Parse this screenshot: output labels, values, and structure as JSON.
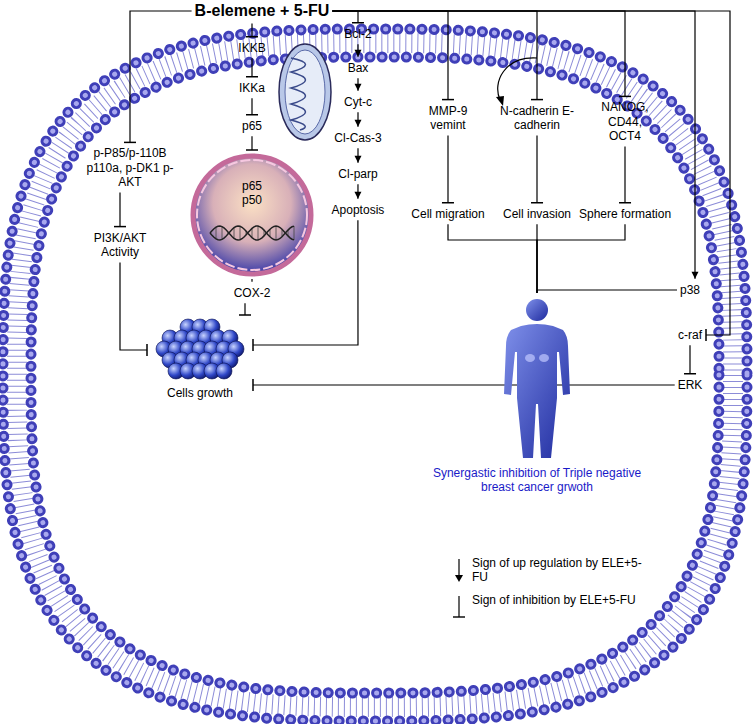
{
  "diagram": {
    "nodes": [
      {
        "text": [
          "B-elemene + 5-FU"
        ]
      },
      {
        "text": [
          "IKKB"
        ]
      },
      {
        "text": [
          "IKKa"
        ]
      },
      {
        "text": [
          "p65"
        ]
      },
      {
        "text": [
          "p65 p50"
        ]
      },
      {
        "text": [
          "COX-2"
        ]
      },
      {
        "text": [
          "Bcl-2"
        ]
      },
      {
        "text": [
          "Bax"
        ]
      },
      {
        "text": [
          "Cyt-c"
        ]
      },
      {
        "text": [
          "Cl-Cas-3"
        ]
      },
      {
        "text": [
          "Cl-parp"
        ]
      },
      {
        "text": [
          "Apoptosis"
        ]
      },
      {
        "text": [
          "MMP-9 vemint"
        ]
      },
      {
        "text": [
          "Cell migration"
        ]
      },
      {
        "text": [
          "N-cadherin E-cadherin"
        ]
      },
      {
        "text": [
          "Cell invasion"
        ]
      },
      {
        "text": [
          "NANOG, CD44, OCT4"
        ]
      },
      {
        "text": [
          "Sphere formation"
        ]
      },
      {
        "text": [
          "p-P85/p-110B p110a, p-DK1 p-AKT"
        ]
      },
      {
        "text": [
          "PI3K/AKT Activity"
        ]
      },
      {
        "text": [
          "p38"
        ]
      },
      {
        "text": [
          "c-raf"
        ]
      },
      {
        "text": [
          "ERK"
        ]
      },
      {
        "text": [
          "Cells growth"
        ]
      },
      {
        "text": [
          "Synergastic inhibition of Triple negative breast cancer grwoth"
        ]
      }
    ],
    "edges": [
      {
        "from": 0,
        "to": 1,
        "arrow": "to"
      },
      {
        "from": 1,
        "to": 2,
        "arrow": "to"
      },
      {
        "from": 2,
        "to": 3,
        "arrow": "to"
      },
      {
        "from": 3,
        "to": 4,
        "arrow": "to"
      },
      {
        "from": 4,
        "to": 5,
        "arrow": "none"
      },
      {
        "from": 5,
        "to": 23,
        "arrow": "to"
      },
      {
        "from": 0,
        "to": 6,
        "arrow": "to"
      },
      {
        "from": 6,
        "to": 7,
        "arrow": "to"
      },
      {
        "from": 7,
        "to": 8,
        "arrow": "to"
      },
      {
        "from": 8,
        "to": 9,
        "arrow": "to"
      },
      {
        "from": 9,
        "to": 10,
        "arrow": "to"
      },
      {
        "from": 10,
        "to": 11,
        "arrow": "to"
      },
      {
        "from": 11,
        "to": 23,
        "arrow": "to"
      },
      {
        "from": 0,
        "to": 12,
        "arrow": "to"
      },
      {
        "from": 12,
        "to": 13,
        "arrow": "to"
      },
      {
        "from": 0,
        "to": 14,
        "arrow": "to"
      },
      {
        "from": 14,
        "to": 15,
        "arrow": "to"
      },
      {
        "from": 0,
        "to": 16,
        "arrow": "to"
      },
      {
        "from": 16,
        "to": 17,
        "arrow": "to"
      },
      {
        "from": 0,
        "to": 18,
        "arrow": "to"
      },
      {
        "from": 18,
        "to": 19,
        "arrow": "to"
      },
      {
        "from": 19,
        "to": 23,
        "arrow": "to"
      },
      {
        "from": 0,
        "to": 20,
        "arrow": "to"
      },
      {
        "from": 0,
        "to": 21,
        "arrow": "to"
      },
      {
        "from": 21,
        "to": 22,
        "arrow": "to"
      },
      {
        "from": 22,
        "to": 23,
        "arrow": "to"
      },
      {
        "from": 13,
        "to": 24,
        "arrow": "none"
      },
      {
        "from": 15,
        "to": 24,
        "arrow": "none"
      },
      {
        "from": 17,
        "to": 24,
        "arrow": "none"
      },
      {
        "from": 20,
        "to": 24,
        "arrow": "none"
      }
    ],
    "legend": [
      {
        "text": "Sign of up regulation by ELE+5-FU"
      },
      {
        "text": "Sign of inhibition by ELE+5-FU"
      }
    ]
  }
}
